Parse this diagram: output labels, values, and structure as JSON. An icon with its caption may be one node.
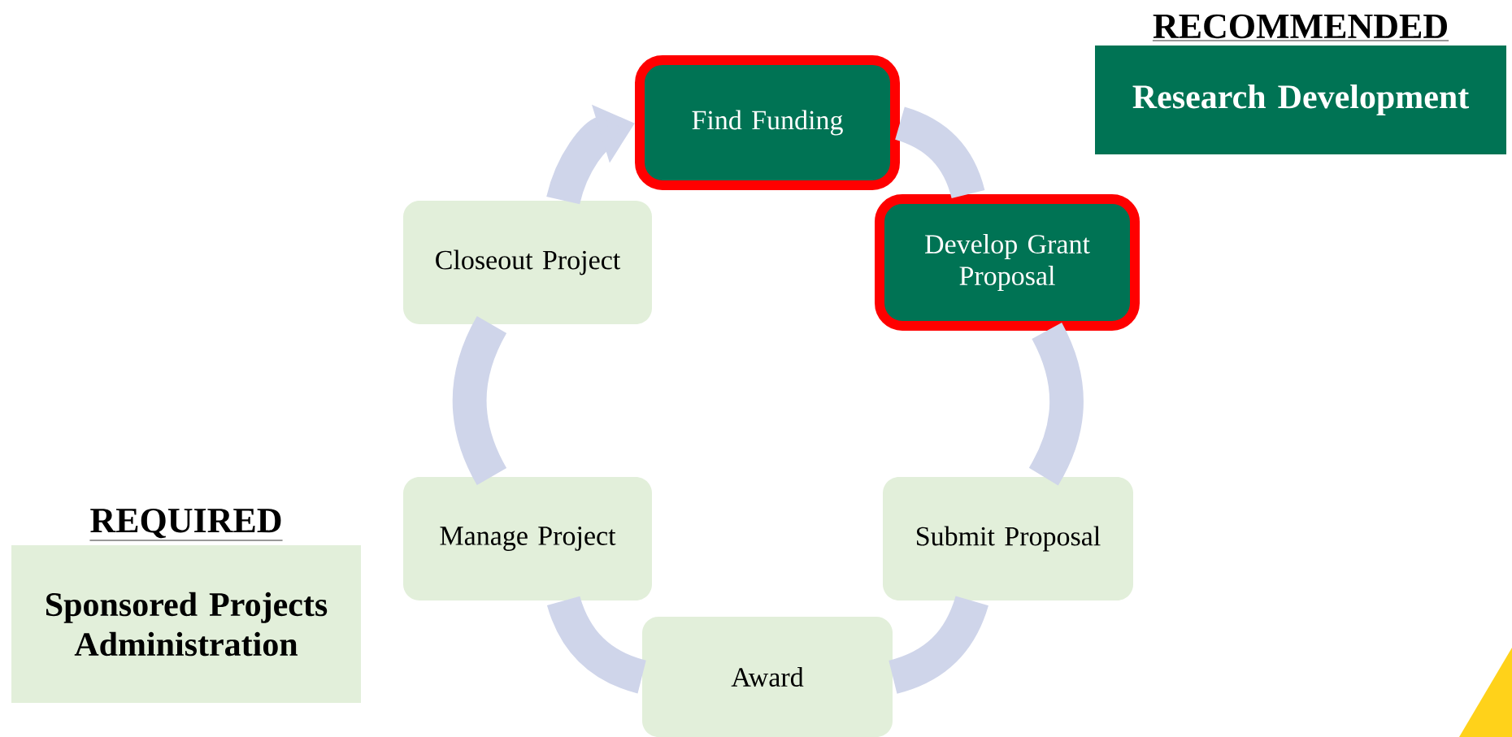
{
  "diagram": {
    "nodes": [
      {
        "text": [
          "Find Funding"
        ]
      },
      {
        "text": [
          "Develop Grant Proposal"
        ]
      },
      {
        "text": [
          "Submit Proposal"
        ]
      },
      {
        "text": [
          "Award"
        ]
      },
      {
        "text": [
          "Manage Project"
        ]
      },
      {
        "text": [
          "Closeout Project"
        ]
      },
      {
        "text": [
          "RECOMMENDED",
          "Research Development"
        ]
      },
      {
        "text": [
          "REQUIRED",
          "Sponsored Projects Administration"
        ]
      }
    ],
    "edges": [
      {
        "from": 0,
        "to": 1,
        "arrow": "none"
      },
      {
        "from": 1,
        "to": 2,
        "arrow": "none"
      },
      {
        "from": 2,
        "to": 3,
        "arrow": "none"
      },
      {
        "from": 3,
        "to": 4,
        "arrow": "none"
      },
      {
        "from": 4,
        "to": 5,
        "arrow": "none"
      },
      {
        "from": 5,
        "to": 0,
        "arrow": "to"
      }
    ]
  }
}
